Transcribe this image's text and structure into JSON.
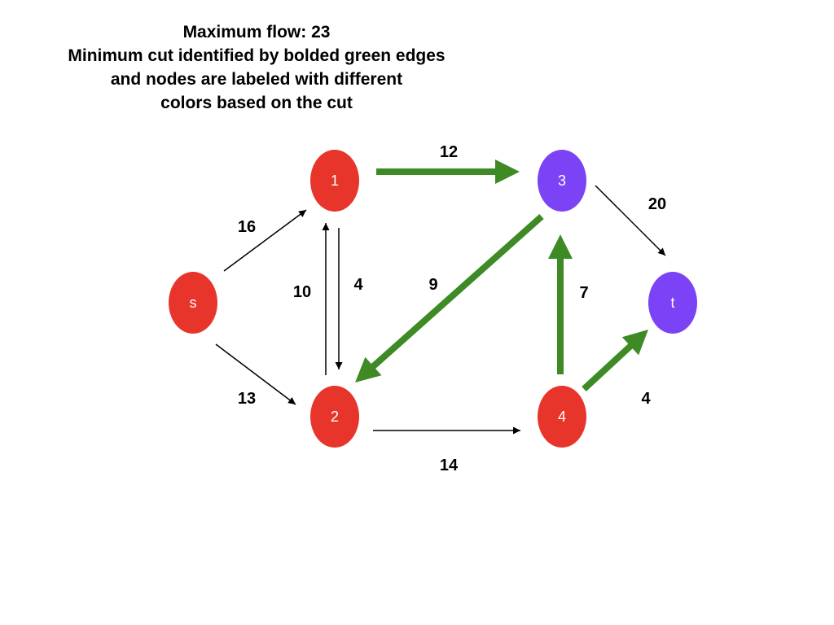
{
  "title_lines": [
    "Maximum flow: 23",
    "Minimum cut identified by bolded green edges",
    "and nodes are labeled with different",
    "colors based on the cut"
  ],
  "colors": {
    "source_side": "#e8352b",
    "sink_side": "#7b43f5",
    "cut_edge": "#3e8a25",
    "edge": "#000000"
  },
  "nodes": [
    {
      "id": "s",
      "label": "s",
      "side": "source"
    },
    {
      "id": "1",
      "label": "1",
      "side": "source"
    },
    {
      "id": "2",
      "label": "2",
      "side": "source"
    },
    {
      "id": "3",
      "label": "3",
      "side": "sink"
    },
    {
      "id": "4",
      "label": "4",
      "side": "source"
    },
    {
      "id": "t",
      "label": "t",
      "side": "sink"
    }
  ],
  "edges": [
    {
      "from": "s",
      "to": "1",
      "label": "16",
      "cut": false
    },
    {
      "from": "s",
      "to": "2",
      "label": "13",
      "cut": false
    },
    {
      "from": "2",
      "to": "1",
      "label": "10",
      "cut": false
    },
    {
      "from": "1",
      "to": "2",
      "label": "4",
      "cut": false
    },
    {
      "from": "1",
      "to": "3",
      "label": "12",
      "cut": true
    },
    {
      "from": "3",
      "to": "2",
      "label": "9",
      "cut": true
    },
    {
      "from": "2",
      "to": "4",
      "label": "14",
      "cut": false
    },
    {
      "from": "4",
      "to": "3",
      "label": "7",
      "cut": true
    },
    {
      "from": "3",
      "to": "t",
      "label": "20",
      "cut": false
    },
    {
      "from": "4",
      "to": "t",
      "label": "4",
      "cut": true
    }
  ]
}
